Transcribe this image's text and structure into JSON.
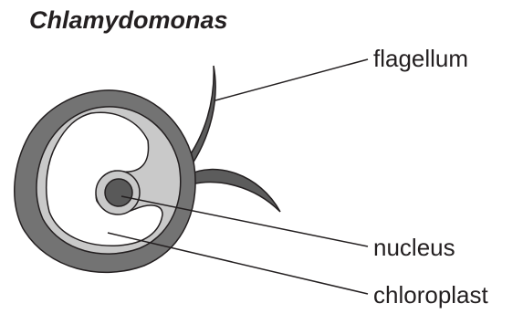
{
  "title": "Chlamydomonas",
  "labels": {
    "flagellum": "flagellum",
    "nucleus": "nucleus",
    "chloroplast": "chloroplast"
  },
  "colors": {
    "cell_wall": "#737373",
    "chloroplast": "#ffffff",
    "cytoplasm": "#c9c9c9",
    "nucleus": "#595959",
    "flagellum": "#5c5c5c",
    "outline": "#231f20"
  }
}
